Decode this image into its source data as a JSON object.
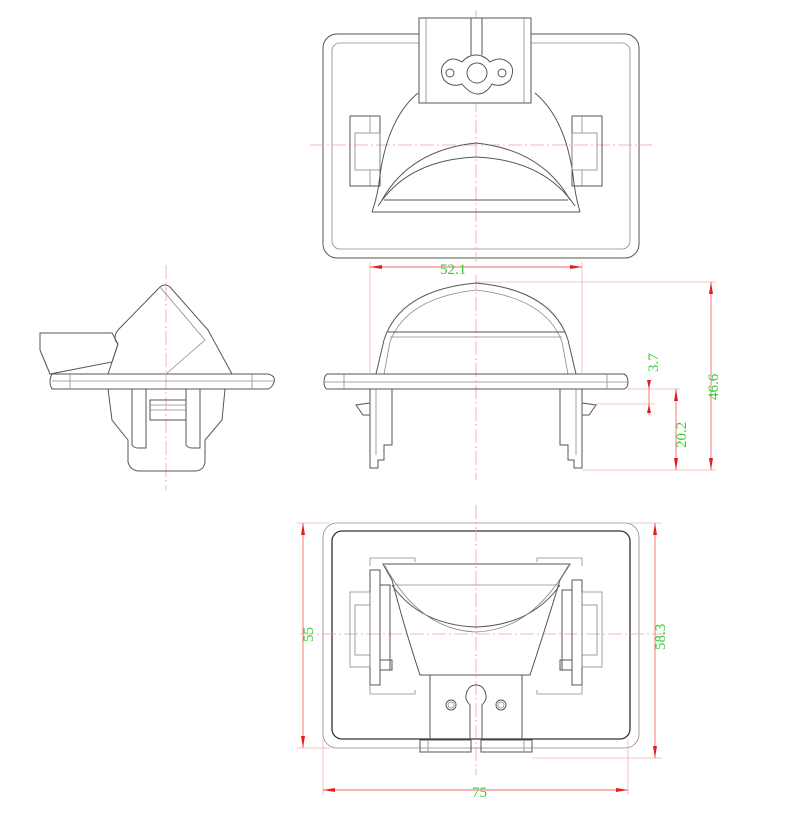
{
  "drawing": {
    "title": "",
    "views": [
      {
        "name": "top-view",
        "label": ""
      },
      {
        "name": "left-side-view",
        "label": ""
      },
      {
        "name": "front-view",
        "label": ""
      },
      {
        "name": "bottom-view",
        "label": ""
      }
    ],
    "colors": {
      "outline": "#555555",
      "centerline": "#f0a0a0",
      "dimension_line": "#f06a6a",
      "arrow": "#e02020",
      "dimension_text": "#33cc33",
      "background": "#ffffff"
    },
    "dimensions": {
      "dome_width": "52.1",
      "flange_thickness": "3.7",
      "leg_height": "20.2",
      "overall_height": "46.6",
      "bottom_inner_height": "55",
      "bottom_outer_height": "58.3",
      "bottom_width": "75"
    }
  }
}
